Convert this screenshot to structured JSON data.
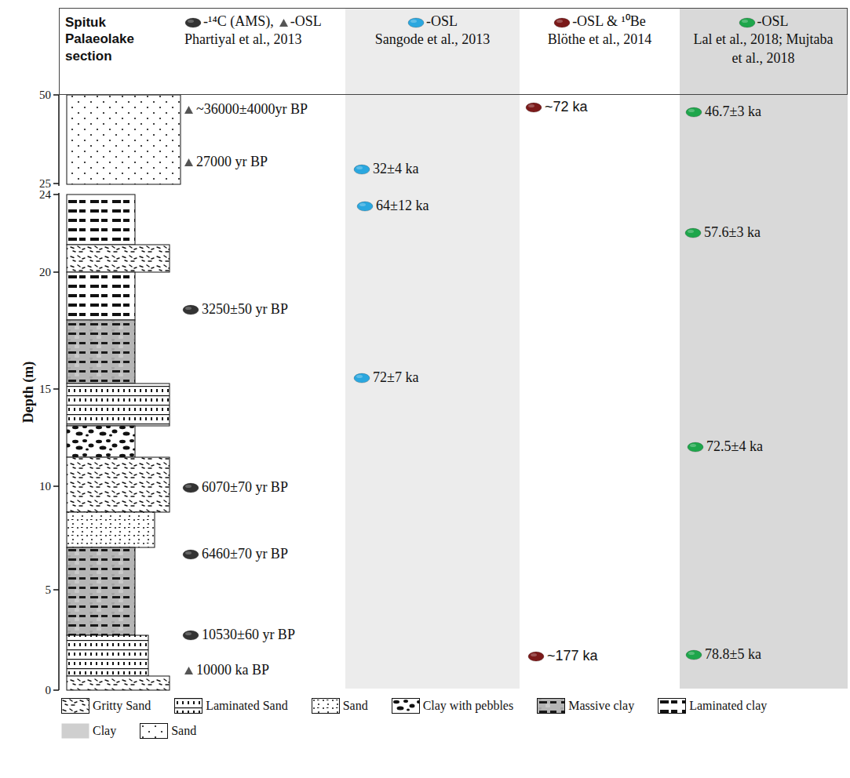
{
  "diagram": {
    "nodes": [
      {
        "text": [
          "Spituk Palaeolake section"
        ]
      },
      {
        "text": [
          "-¹⁴C (AMS),",
          "-OSL",
          "Phartiyal et al., 2013"
        ]
      },
      {
        "text": [
          "-OSL",
          "Sangode et al., 2013"
        ]
      },
      {
        "text": [
          "-OSL & ¹⁰Be",
          "Blöthe et al., 2014"
        ]
      },
      {
        "text": [
          "-OSL",
          "Lal et al., 2018; Mujtaba et al., 2018"
        ]
      }
    ],
    "labels": [
      "Depth (m)",
      "50",
      "25",
      "24",
      "20",
      "15",
      "10",
      "5",
      "0",
      "~36000±4000yr BP",
      "27000 yr BP",
      "3250±50 yr BP",
      "6070±70 yr BP",
      "6460±70 yr BP",
      "10530±60 yr BP",
      "10000 ka BP",
      "32±4 ka",
      "64±12 ka",
      "72±7 ka",
      "~72 ka",
      "~177 ka",
      "46.7±3 ka",
      "57.6±3 ka",
      "72.5±4 ka",
      "78.8±5 ka"
    ],
    "legend": [
      {
        "text": "Gritty Sand"
      },
      {
        "text": "Laminated Sand"
      },
      {
        "text": "Sand"
      },
      {
        "text": "Clay with pebbles"
      },
      {
        "text": "Massive clay"
      },
      {
        "text": "Laminated clay"
      },
      {
        "text": "Clay",
        "color": "#cfcfcf"
      },
      {
        "text": "Sand"
      }
    ]
  }
}
